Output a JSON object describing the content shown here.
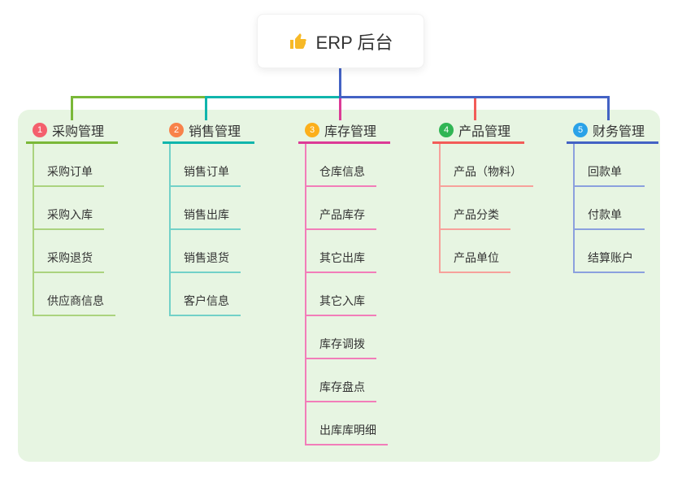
{
  "root": {
    "label": "ERP 后台",
    "icon": "thumbs-up-icon",
    "connector_color": "#4362c4"
  },
  "branches": [
    {
      "num": "1",
      "label": "采购管理",
      "badge_color": "#f4606d",
      "line_color": "#7ab838",
      "line_light": "#abd37e",
      "children": [
        "采购订单",
        "采购入库",
        "采购退货",
        "供应商信息"
      ]
    },
    {
      "num": "2",
      "label": "销售管理",
      "badge_color": "#f8824a",
      "line_color": "#10b5ac",
      "line_light": "#72d1c8",
      "children": [
        "销售订单",
        "销售出库",
        "销售退货",
        "客户信息"
      ]
    },
    {
      "num": "3",
      "label": "库存管理",
      "badge_color": "#fcaf1b",
      "line_color": "#dc3b96",
      "line_light": "#f27db9",
      "children": [
        "仓库信息",
        "产品库存",
        "其它出库",
        "其它入库",
        "库存调拨",
        "库存盘点",
        "出库库明细"
      ]
    },
    {
      "num": "4",
      "label": "产品管理",
      "badge_color": "#30b554",
      "line_color": "#f25c58",
      "line_light": "#f7a19b",
      "children": [
        "产品（物料）",
        "产品分类",
        "产品单位"
      ]
    },
    {
      "num": "5",
      "label": "财务管理",
      "badge_color": "#2aa2e8",
      "line_color": "#4362c4",
      "line_light": "#8ba0de",
      "children": [
        "回款单",
        "付款单",
        "结算账户"
      ]
    }
  ],
  "canvas": {
    "background": "#ffffff",
    "panel_color": "#e7f5e2",
    "text_color": "#333333"
  }
}
